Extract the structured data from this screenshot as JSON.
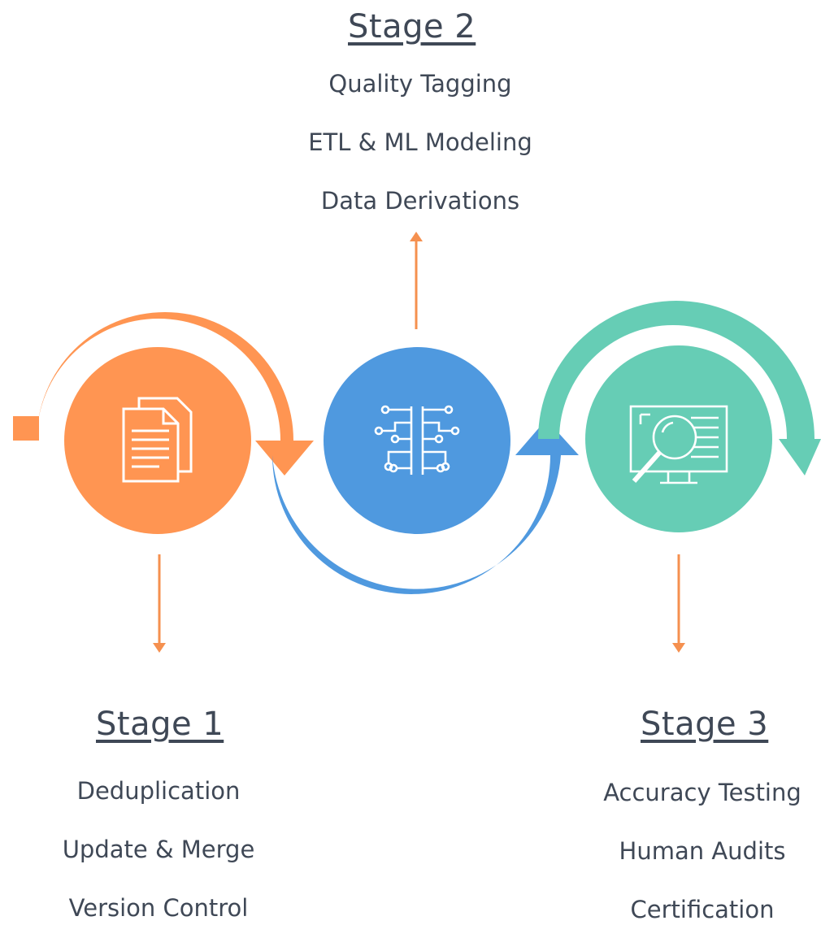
{
  "stages": {
    "stage1": {
      "title": "Stage 1",
      "items": [
        "Deduplication",
        "Update & Merge",
        "Version Control"
      ],
      "color": "#ff9552",
      "icon": "documents-icon"
    },
    "stage2": {
      "title": "Stage 2",
      "items": [
        "Quality Tagging",
        "ETL & ML Modeling",
        "Data Derivations"
      ],
      "color": "#4f99df",
      "icon": "circuit-brain-icon"
    },
    "stage3": {
      "title": "Stage 3",
      "items": [
        "Accuracy Testing",
        "Human Audits",
        "Certification"
      ],
      "color": "#66cdb5",
      "icon": "monitor-magnifier-icon"
    }
  },
  "arrow_color": "#f5904f"
}
